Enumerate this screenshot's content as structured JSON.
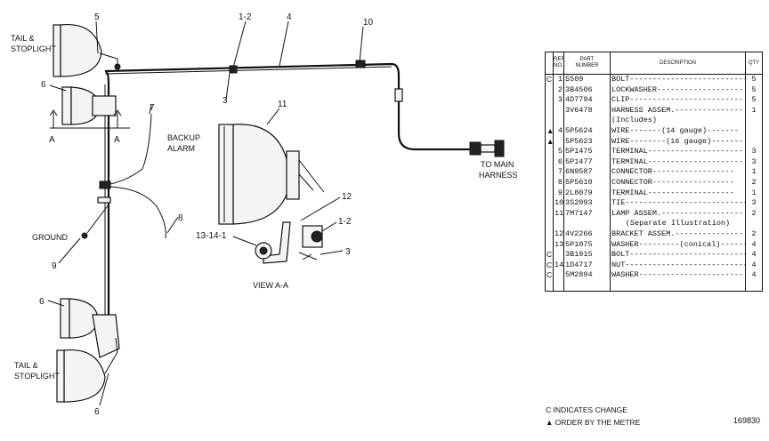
{
  "diagram": {
    "callouts": [
      "1-2",
      "4",
      "10",
      "5",
      "6",
      "7",
      "11",
      "12",
      "1-2",
      "3",
      "13-14-1",
      "8",
      "9",
      "6",
      "6",
      "3"
    ],
    "labels": {
      "tail_stoplight_top": [
        "TAIL &",
        "STOPLIGHT"
      ],
      "tail_stoplight_bottom": [
        "TAIL &",
        "STOPLIGHT"
      ],
      "backup_alarm": [
        "BACKUP",
        "ALARM"
      ],
      "ground": "GROUND",
      "main_harness": [
        "TO MAIN",
        "HARNESS"
      ],
      "view": "VIEW A-A",
      "section_mark": "A"
    }
  },
  "parts_table": {
    "headers": {
      "ref": [
        "REF.",
        "NO."
      ],
      "part": [
        "PART",
        "NUMBER"
      ],
      "desc": "DESCRIPTION",
      "qty": "QTY"
    },
    "rows": [
      {
        "chg": "C",
        "ref": "1",
        "part": "S509",
        "desc": "BOLT--------------------------",
        "qty": "5",
        "indent": 0
      },
      {
        "chg": "",
        "ref": "2",
        "part": "3B4506",
        "desc": "LOCKWASHER-------------------",
        "qty": "5",
        "indent": 0
      },
      {
        "chg": "",
        "ref": "3",
        "part": "4D7794",
        "desc": "CLIP-------------------------",
        "qty": "5",
        "indent": 0
      },
      {
        "chg": "",
        "ref": "",
        "part": "3V6478",
        "desc": "HARNESS ASSEM.---------------",
        "qty": "1",
        "indent": 0
      },
      {
        "chg": "",
        "ref": "",
        "part": "",
        "desc": "(Includes)",
        "qty": "",
        "indent": 1
      },
      {
        "chg": "▲",
        "ref": "4",
        "part": "5P5624",
        "desc": "WIRE-------(14 gauge)-------",
        "qty": "",
        "indent": 1
      },
      {
        "chg": "▲",
        "ref": "",
        "part": "5P5623",
        "desc": "WIRE--------(16 gauge)-------",
        "qty": "",
        "indent": 1
      },
      {
        "chg": "",
        "ref": "5",
        "part": "5P1475",
        "desc": "TERMINAL---------------------",
        "qty": "3",
        "indent": 1
      },
      {
        "chg": "",
        "ref": "6",
        "part": "5P1477",
        "desc": "TERMINAL---------------------",
        "qty": "3",
        "indent": 1
      },
      {
        "chg": "",
        "ref": "7",
        "part": "6N9587",
        "desc": "CONNECTOR------------------",
        "qty": "1",
        "indent": 2
      },
      {
        "chg": "",
        "ref": "8",
        "part": "5P5610",
        "desc": "CONNECTOR------------------",
        "qty": "2",
        "indent": 2
      },
      {
        "chg": "",
        "ref": "9",
        "part": "2L8079",
        "desc": "TERMINAL-------------------",
        "qty": "1",
        "indent": 2
      },
      {
        "chg": "",
        "ref": "10",
        "part": "3S2093",
        "desc": "TIE----------------------------",
        "qty": "3",
        "indent": 0
      },
      {
        "chg": "",
        "ref": "11",
        "part": "7M7147",
        "desc": "LAMP ASSEM.------------------",
        "qty": "2",
        "indent": 0
      },
      {
        "chg": "",
        "ref": "",
        "part": "",
        "desc": "(Separate Illustration)",
        "qty": "",
        "indent": 3
      },
      {
        "chg": "",
        "ref": "12",
        "part": "4V2266",
        "desc": "BRACKET ASSEM.---------------",
        "qty": "2",
        "indent": 0
      },
      {
        "chg": "",
        "ref": "13",
        "part": "5P1075",
        "desc": "WASHER---------(conical)------",
        "qty": "4",
        "indent": 0
      },
      {
        "chg": "C",
        "ref": "",
        "part": "3B1915",
        "desc": "BOLT--------------------------",
        "qty": "4",
        "indent": 0
      },
      {
        "chg": "C",
        "ref": "14",
        "part": "1D4717",
        "desc": "NUT---------------------------",
        "qty": "4",
        "indent": 0
      },
      {
        "chg": "C",
        "ref": "",
        "part": "5M2894",
        "desc": "WASHER-----------------------",
        "qty": "4",
        "indent": 0
      }
    ]
  },
  "notes": {
    "change": "C INDICATES CHANGE",
    "metre": "▲ ORDER BY THE METRE"
  },
  "figure_number": "169830"
}
